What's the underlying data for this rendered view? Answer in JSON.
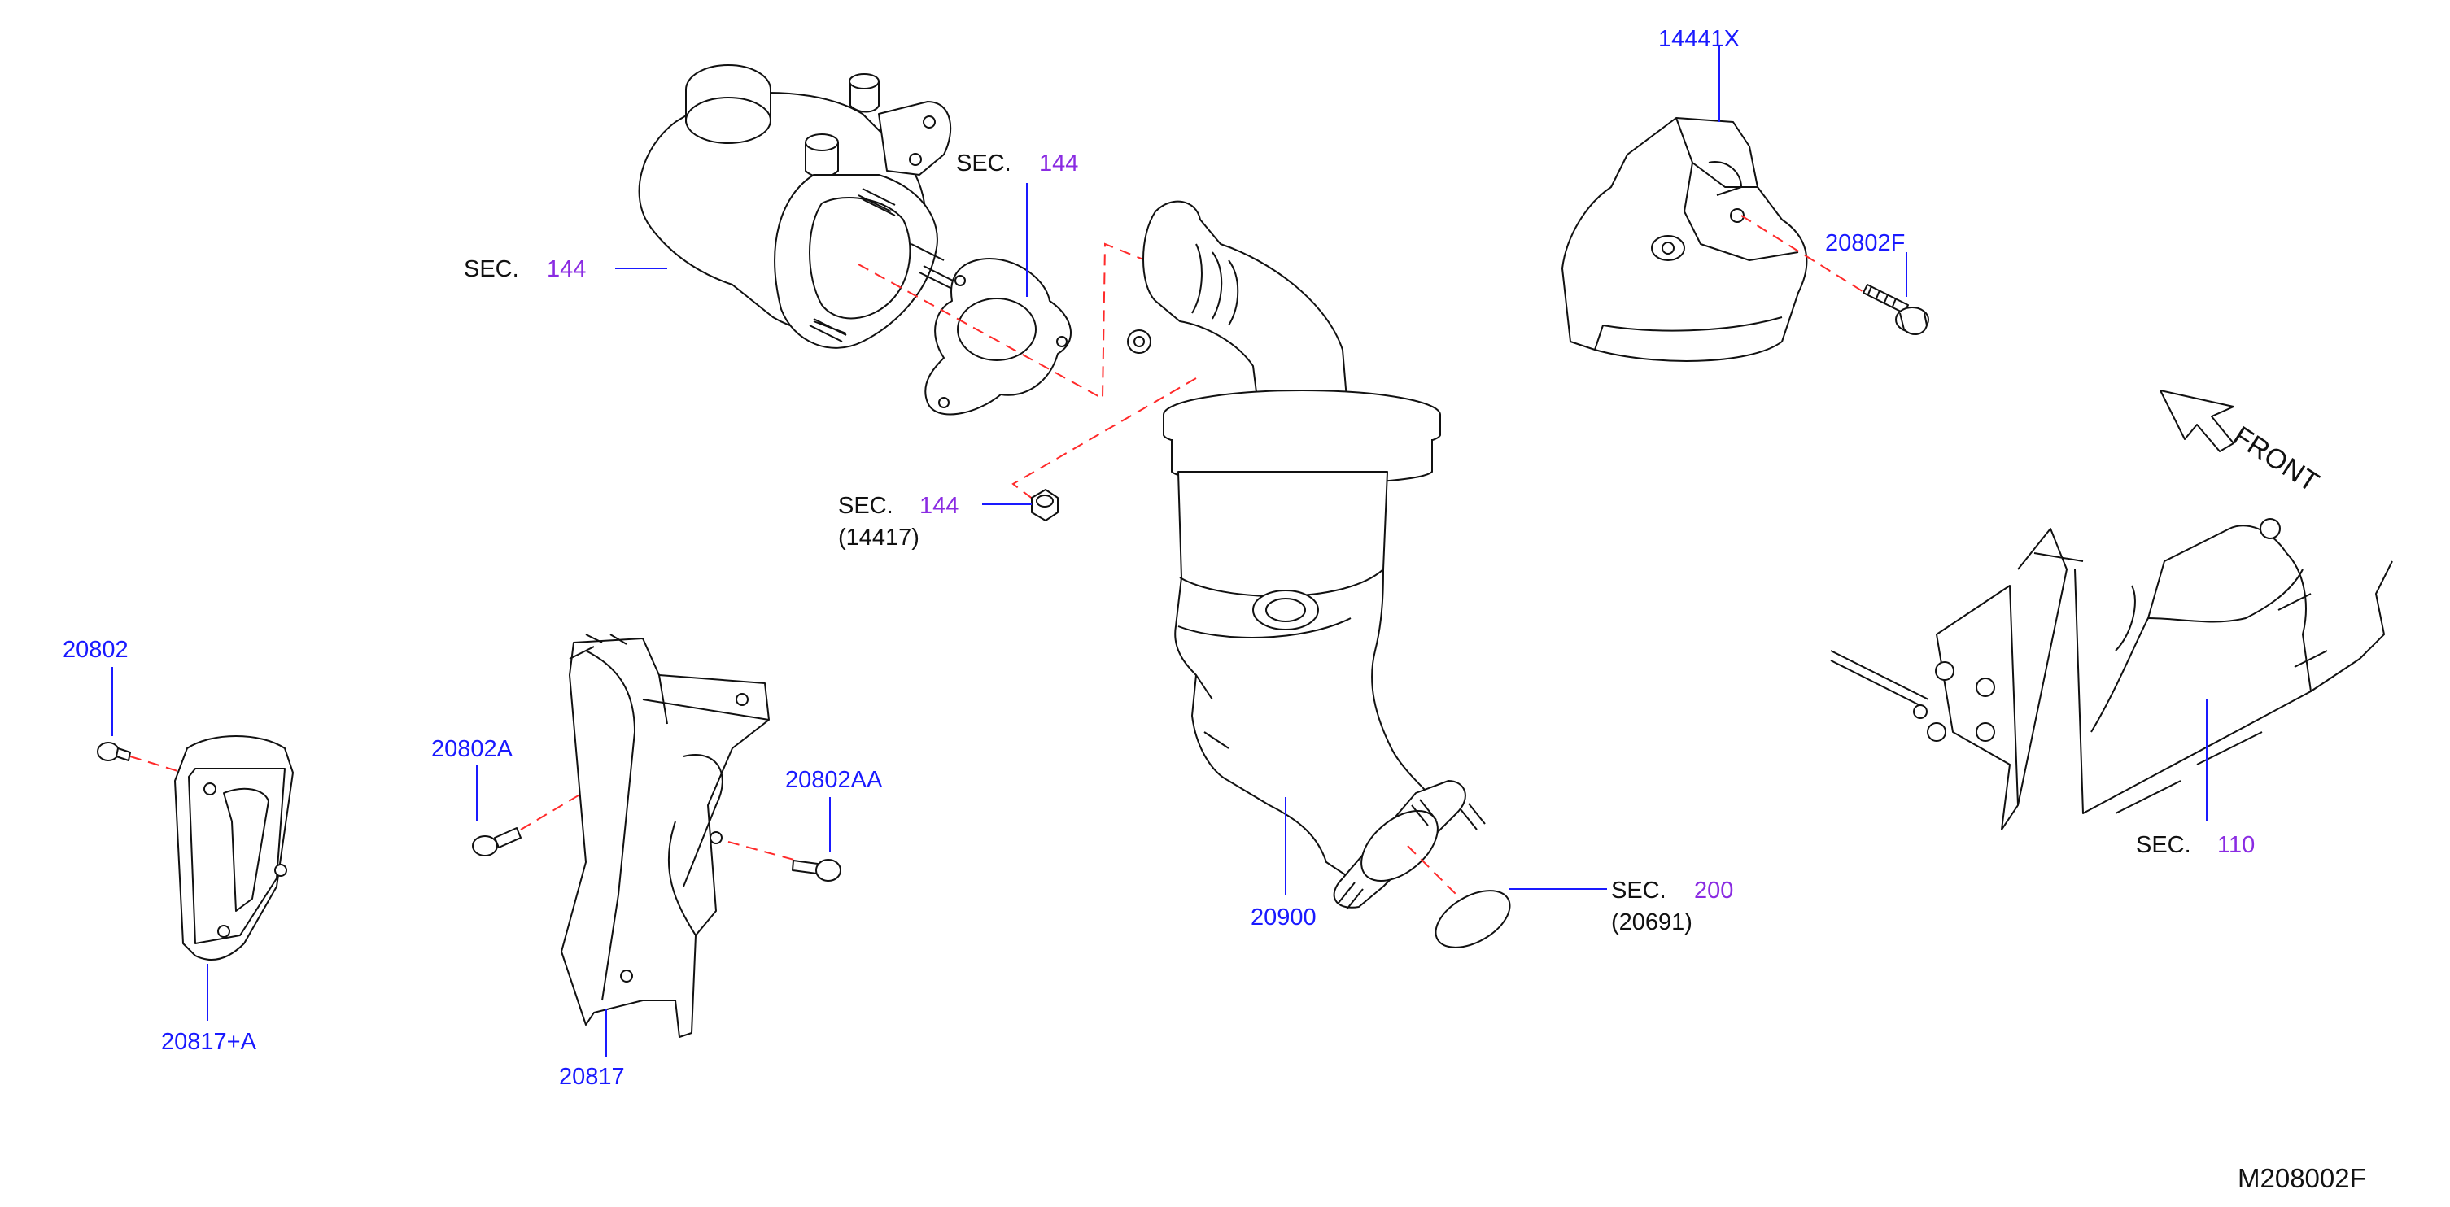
{
  "labels": {
    "sec": "SEC.",
    "turbo_sec_num": "144",
    "gasket_sec_num": "144",
    "nut_sec_num": "144",
    "nut_sub": "(14417)",
    "ring_sec_num": "200",
    "ring_sub": "(20691)",
    "engine_sec_num": "110",
    "heat_shield": "14441X",
    "shield_bolt": "20802F",
    "bolt_left_top": "20802",
    "bolt_a": "20802A",
    "bolt_aa": "20802AA",
    "small_bracket": "20817+A",
    "bracket": "20817",
    "converter": "20900",
    "front": "FRONT",
    "diagram_code": "M208002F"
  },
  "colors": {
    "part_number": "#1a1aff",
    "section_number": "#8a2be2",
    "section_text": "#111111",
    "leader_line": "#1a1aff",
    "dashed_line": "#ff2a2a",
    "drawing_line": "#111111"
  }
}
